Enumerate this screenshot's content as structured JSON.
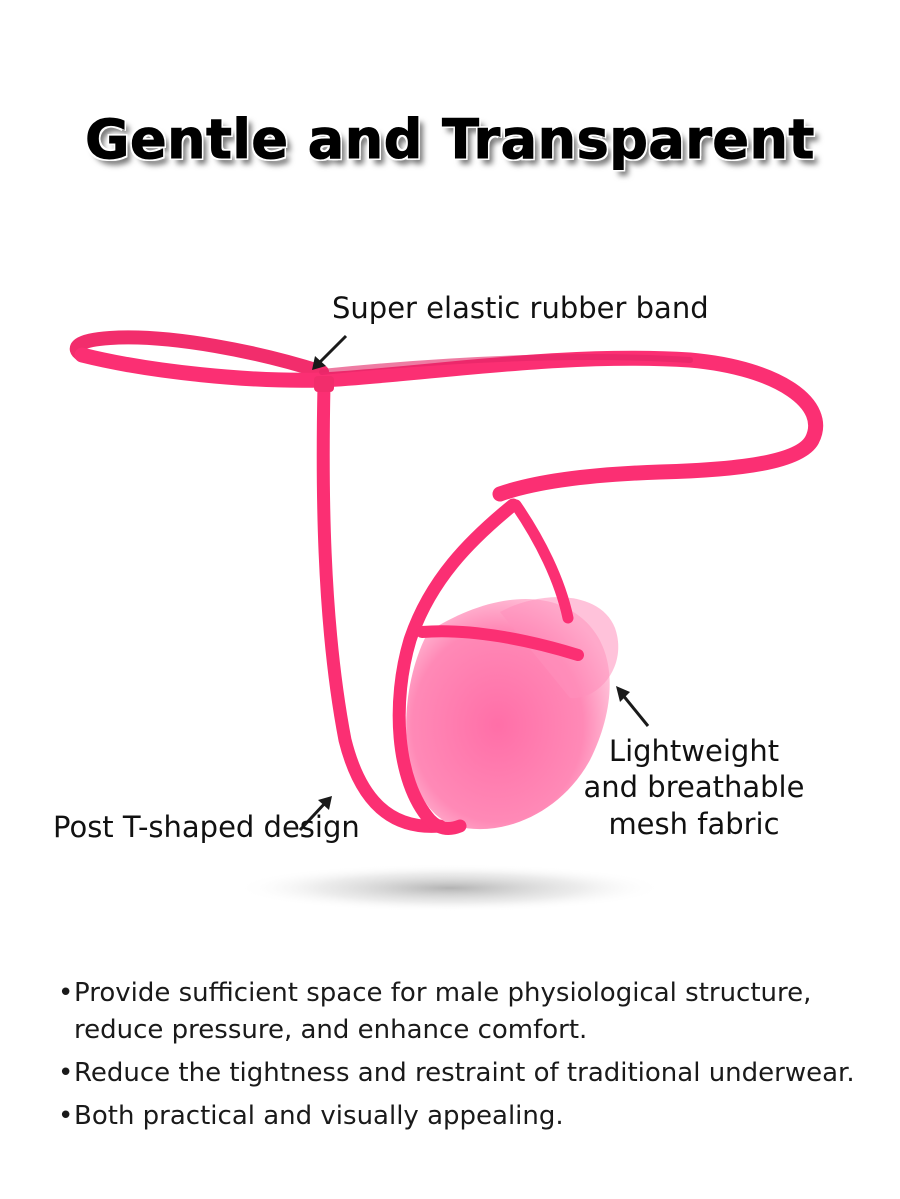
{
  "headline": "Gentle and Transparent",
  "colors": {
    "product_pink": "#fb2f73",
    "mesh_pink": "#ff6aa4",
    "text": "#111111"
  },
  "callouts": {
    "band": "Super elastic rubber band",
    "post": "Post T-shaped design",
    "mesh_lines": [
      "Lightweight",
      "and breathable",
      "mesh fabric"
    ]
  },
  "features": [
    {
      "lines": [
        "Provide sufficient space for male physiological structure,",
        "reduce pressure, and enhance comfort."
      ]
    },
    {
      "lines": [
        "Reduce the tightness and restraint of traditional underwear."
      ]
    },
    {
      "lines": [
        "Both practical and visually appealing."
      ]
    }
  ]
}
